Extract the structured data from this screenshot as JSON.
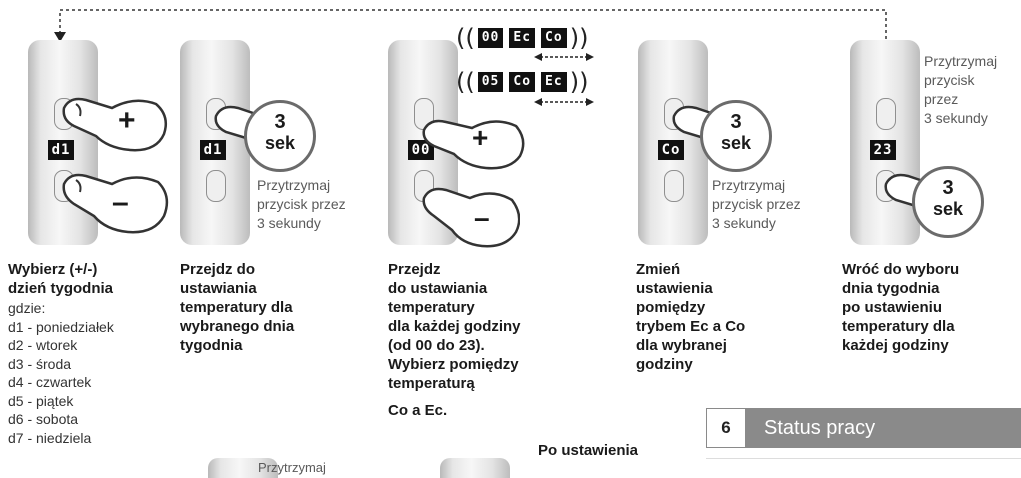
{
  "steps": [
    {
      "display": "d1",
      "button_plus": "+",
      "button_minus": "–",
      "caption": [
        "Wybierz (+/-)",
        "dzień tygodnia"
      ],
      "intro": "gdzie:",
      "days": [
        "d1 - poniedziałek",
        "d2 - wtorek",
        "d3 - środa",
        "d4 - czwartek",
        "d5 - piątek",
        "d6 - sobota",
        "d7 - niedziela"
      ]
    },
    {
      "display": "d1",
      "bubble_num": "3",
      "bubble_unit": "sek",
      "hold": [
        "Przytrzymaj",
        "przycisk przez",
        "3 sekundy"
      ],
      "caption": [
        "Przejdz do",
        "ustawiania",
        "temperatury dla",
        "wybranego dnia",
        "tygodnia"
      ]
    },
    {
      "display": "00",
      "button_plus": "+",
      "button_minus": "–",
      "indicator1": [
        "00",
        "Ec",
        "Co"
      ],
      "indicator2": [
        "05",
        "Co",
        "Ec"
      ],
      "caption": [
        "Przejdz",
        "do ustawiania",
        "temperatury",
        "dla każdej godziny",
        "(od 00 do 23).",
        "Wybierz pomiędzy",
        "temperaturą"
      ],
      "caption_extra": "Co a Ec."
    },
    {
      "display": "Co",
      "bubble_num": "3",
      "bubble_unit": "sek",
      "hold": [
        "Przytrzymaj",
        "przycisk przez",
        "3 sekundy"
      ],
      "caption": [
        "Zmień",
        "ustawienia",
        "pomiędzy",
        "trybem Ec a Co",
        "dla wybranej",
        "godziny"
      ]
    },
    {
      "display": "23",
      "bubble_num": "3",
      "bubble_unit": "sek",
      "hold": [
        "Przytrzymaj",
        "przycisk",
        "przez",
        "3 sekundy"
      ],
      "caption": [
        "Wróć do wyboru",
        "dnia tygodnia",
        "po ustawieniu",
        "temperatury dla",
        "każdej godziny"
      ]
    }
  ],
  "bottom": {
    "hold_partial": "Przytrzymaj",
    "after_heading": "Po ustawienia"
  },
  "status": {
    "number": "6",
    "title": "Status pracy"
  }
}
